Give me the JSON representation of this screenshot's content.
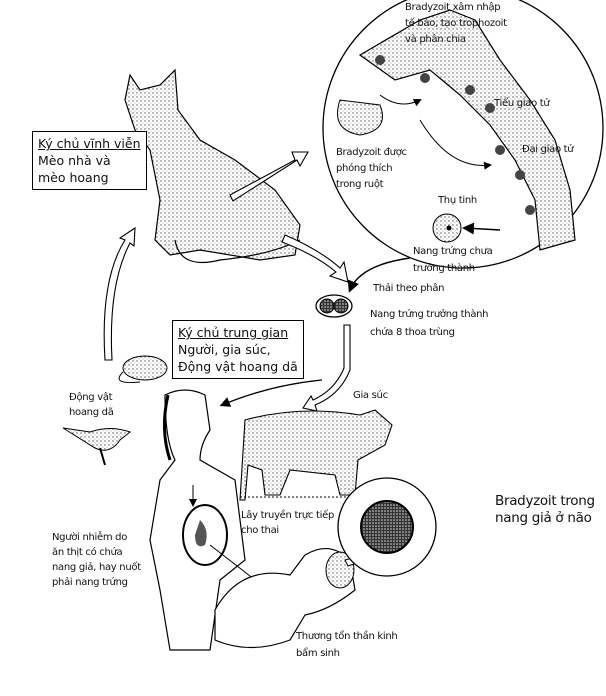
{
  "definitive_host": {
    "title": "Ký chủ vĩnh viễn",
    "lines": [
      "Mèo nhà và",
      "mèo hoang"
    ]
  },
  "intermediate_host": {
    "title": "Ký chủ trung gian",
    "lines": [
      "Người, gia súc,",
      "Động vật hoang dã"
    ]
  },
  "intestine": {
    "invade": [
      "Bradyzoit xâm nhập",
      "tế bào, tạo trophozoit",
      "và phân chia"
    ],
    "microgamete": "Tiểu giao tử",
    "macrogamete": "Đại giao tử",
    "released": [
      "Bradyzoit được",
      "phóng thích",
      "trong ruột"
    ],
    "fertilization": "Thụ tinh",
    "immature_oocyst": [
      "Nang trứng chưa",
      "trưởng thành"
    ]
  },
  "feces": "Thải theo phân",
  "mature_oocyst": [
    "Nang trứng trưởng thành",
    "chứa 8 thoa trùng"
  ],
  "wild_animals": [
    "Động vật",
    "hoang dã"
  ],
  "livestock": "Gia súc",
  "transplacental": [
    "Lây truyền trực tiếp",
    "cho thai"
  ],
  "human_infection": [
    "Người nhiễm do",
    "ăn thịt có chứa",
    "nang giả, hay nuốt",
    "phải nang trứng"
  ],
  "congenital": [
    "Thương tổn thần kinh",
    "bẩm sinh"
  ],
  "brain_cyst": [
    "Bradyzoit trong",
    "nang giả ở não"
  ]
}
